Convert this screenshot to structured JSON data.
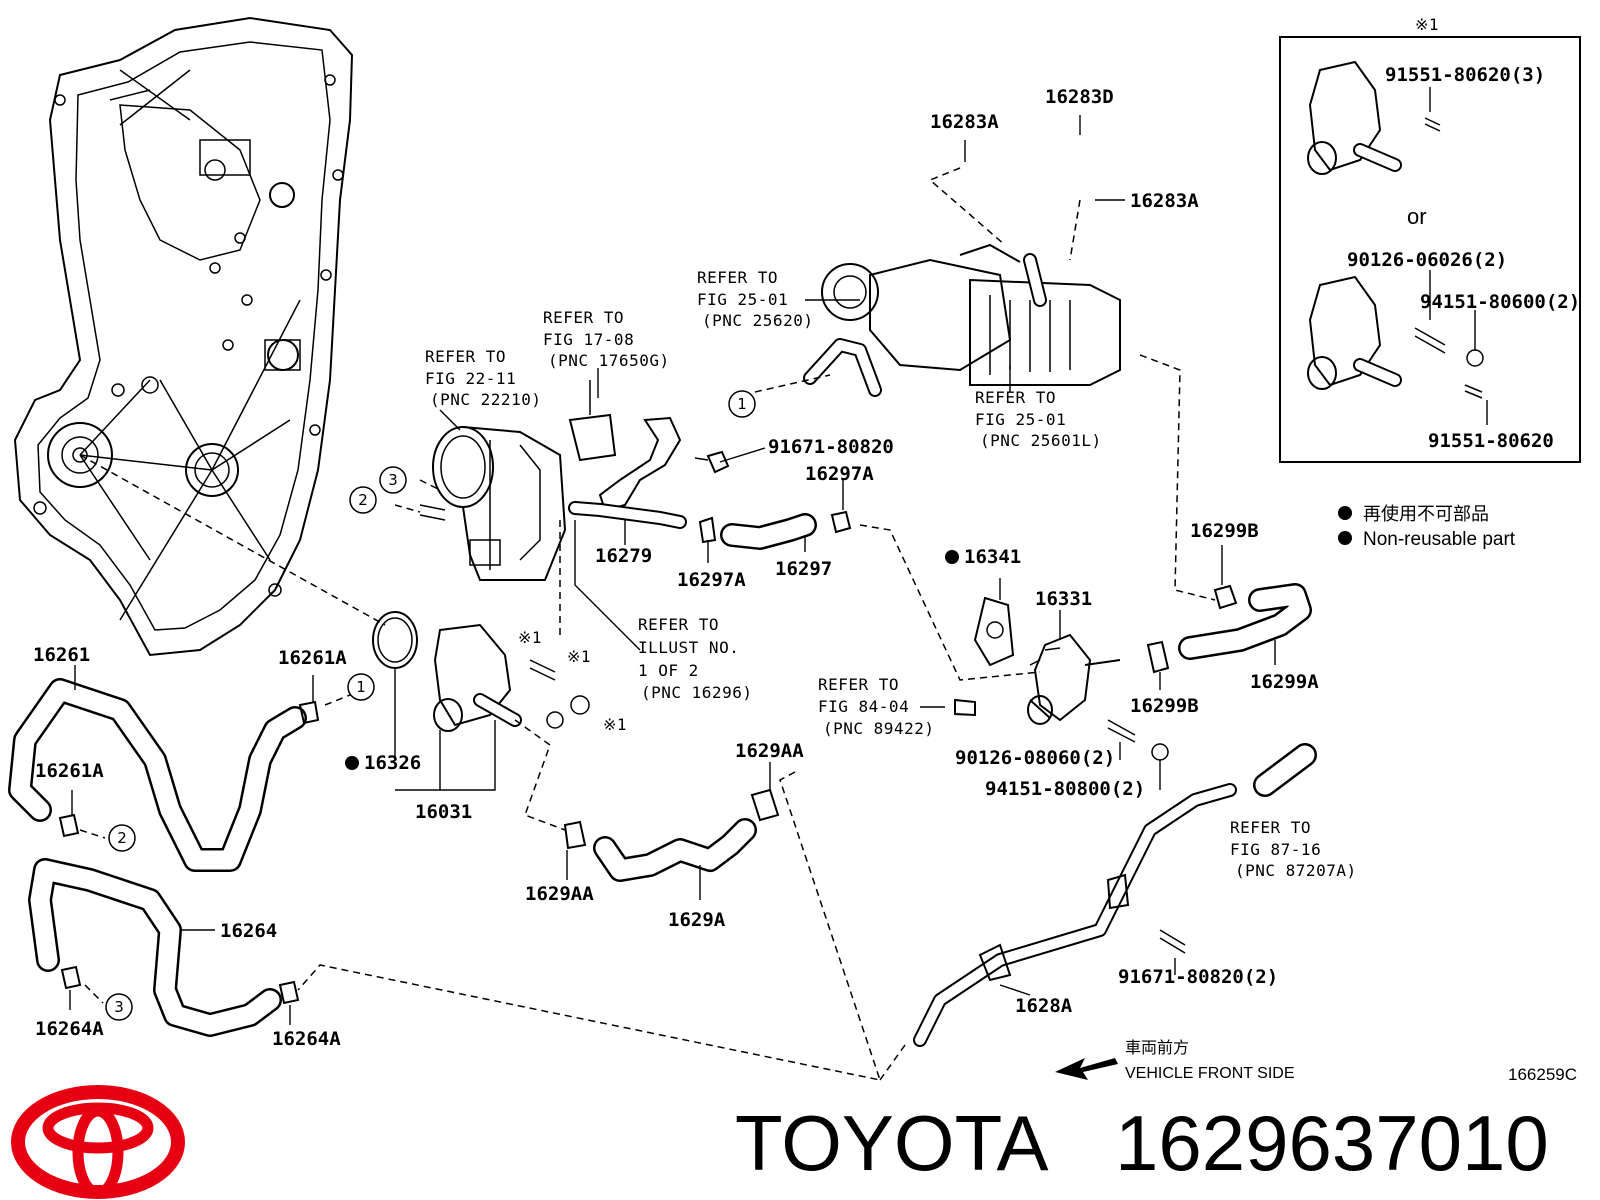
{
  "labels": {
    "p16283D": "16283D",
    "p16283A_top": "16283A",
    "p16283A_right": "16283A",
    "p91671_80820": "91671-80820",
    "p16297A_upper": "16297A",
    "p16279": "16279",
    "p16297A_lower": "16297A",
    "p16297": "16297",
    "p16341": "16341",
    "p16331": "16331",
    "p16299B_top": "16299B",
    "p16299B_bottom": "16299B",
    "p16299A": "16299A",
    "p16261": "16261",
    "p16261A_top": "16261A",
    "p16261A_low": "16261A",
    "p16326": "16326",
    "p16031": "16031",
    "p1629AA_top": "1629AA",
    "p1629AA_low": "1629AA",
    "p1629A": "1629A",
    "p16264": "16264",
    "p16264A_left": "16264A",
    "p16264A_right": "16264A",
    "p1628A": "1628A",
    "p90126_08060": "90126-08060(2)",
    "p94151_80800": "94151-80800(2)",
    "p91671_80820_2": "91671-80820(2)"
  },
  "refs": {
    "egr_valve": [
      "REFER TO",
      "FIG 25-01",
      "(PNC 25620)"
    ],
    "egr_cooler": [
      "REFER TO",
      "FIG 25-01",
      "(PNC 25601L)"
    ],
    "sensor": [
      "REFER TO",
      "FIG 17-08",
      "(PNC 17650G)"
    ],
    "throttle": [
      "REFER TO",
      "FIG 22-11",
      "(PNC 22210)"
    ],
    "illust": [
      "REFER TO",
      "ILLUST NO.",
      "1 OF 2",
      "(PNC 16296)"
    ],
    "temp_sensor": [
      "REFER TO",
      "FIG 84-04",
      "(PNC 89422)"
    ],
    "heater_pipe": [
      "REFER TO",
      "FIG 87-16",
      "(PNC 87207A)"
    ]
  },
  "inset": {
    "marker": "※1",
    "bolt_a": "91551-80620(3)",
    "or": "or",
    "stud": "90126-06026(2)",
    "nut": "94151-80600(2)",
    "bolt_b": "91551-80620"
  },
  "callouts": {
    "c1": "1",
    "c2": "2",
    "c3": "3"
  },
  "asterisk_marks": [
    "※1",
    "※1",
    "※1"
  ],
  "legend": {
    "line_jp": "再使用不可部品",
    "line_en": "Non-reusable part"
  },
  "front": {
    "jp": "車両前方",
    "en": "VEHICLE FRONT SIDE"
  },
  "drawing_code": "166259C",
  "footer": {
    "brand": "TOYOTA",
    "part_number": "1629637010"
  },
  "colors": {
    "logo_red": "#e60012",
    "line": "#000000"
  }
}
